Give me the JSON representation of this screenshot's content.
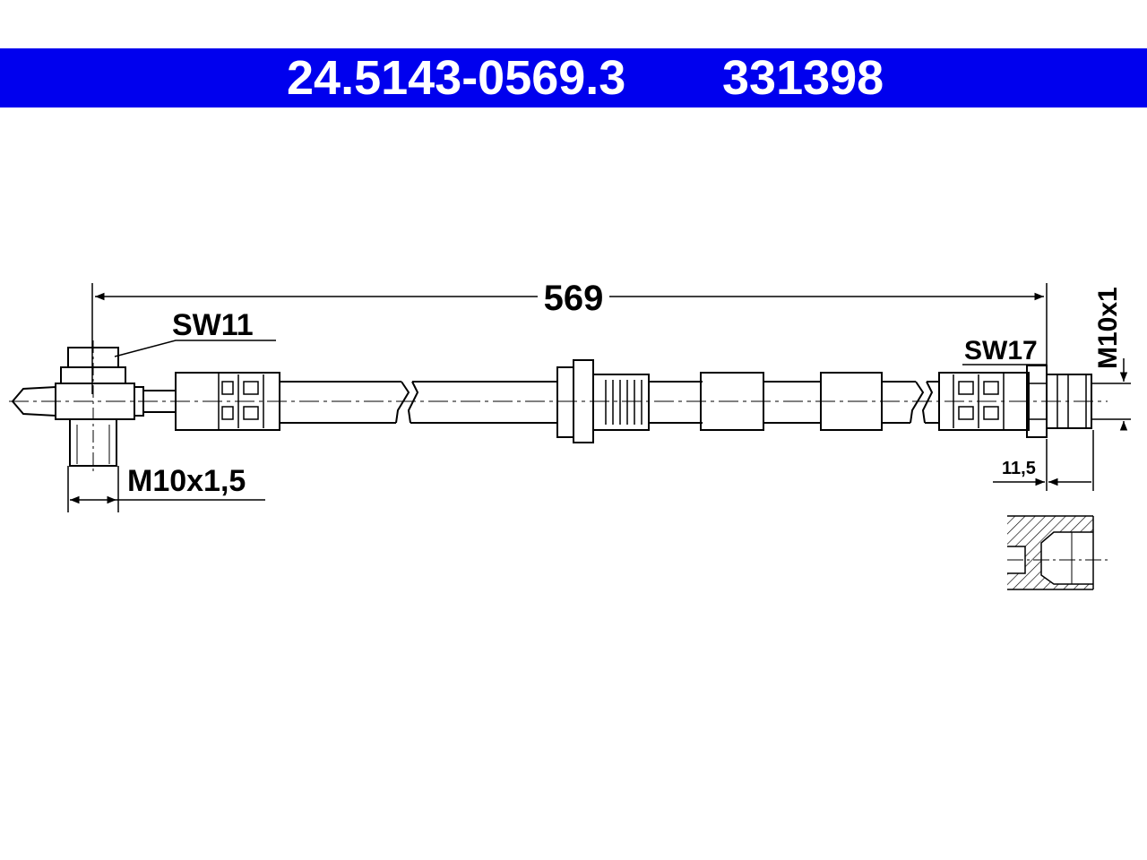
{
  "header": {
    "part_number": "24.5143-0569.3",
    "ref_number": "331398",
    "background_color": "#0000ee",
    "text_color": "#ffffff"
  },
  "drawing": {
    "length": "569",
    "left_fitting": {
      "wrench_size": "SW11",
      "thread": "M10x1,5"
    },
    "right_fitting": {
      "wrench_size": "SW17",
      "thread": "M10x1",
      "depth": "11,5"
    }
  }
}
